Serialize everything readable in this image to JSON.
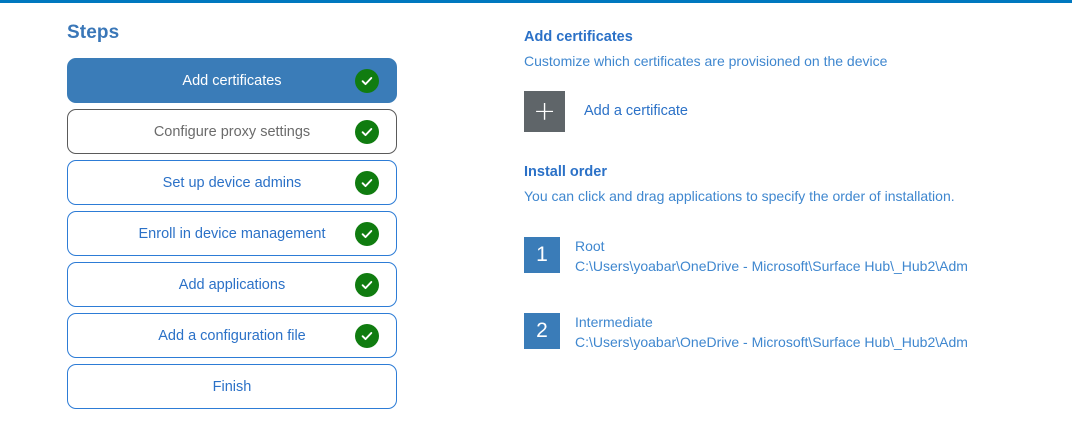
{
  "theme": {
    "accent_bar": "#0078bf",
    "link_blue": "#2b71c7",
    "soft_blue": "#3f87cf",
    "active_step_bg": "#3a7cb8",
    "check_green": "#107c10",
    "tile_gray": "#5f6569",
    "muted_gray": "#6b6b6b"
  },
  "steps": {
    "heading": "Steps",
    "items": [
      {
        "label": "Add certificates",
        "state": "active",
        "checked": true
      },
      {
        "label": "Configure proxy settings",
        "state": "muted",
        "checked": true
      },
      {
        "label": "Set up device admins",
        "state": "normal",
        "checked": true
      },
      {
        "label": "Enroll in device management",
        "state": "normal",
        "checked": true
      },
      {
        "label": "Add applications",
        "state": "normal",
        "checked": true
      },
      {
        "label": "Add a configuration file",
        "state": "normal",
        "checked": true
      },
      {
        "label": "Finish",
        "state": "normal",
        "checked": false
      }
    ]
  },
  "detail": {
    "title": "Add certificates",
    "subtitle": "Customize which certificates are provisioned on the device",
    "add_certificate": {
      "icon": "plus-icon",
      "glyph": "+",
      "label": "Add a certificate"
    },
    "install_order": {
      "title": "Install order",
      "subtitle": "You can click and drag applications to specify the order of installation.",
      "items": [
        {
          "number": "1",
          "name": "Root",
          "path": "C:\\Users\\yoabar\\OneDrive - Microsoft\\Surface Hub\\_Hub2\\Adm"
        },
        {
          "number": "2",
          "name": "Intermediate",
          "path": "C:\\Users\\yoabar\\OneDrive - Microsoft\\Surface Hub\\_Hub2\\Adm"
        }
      ]
    }
  }
}
